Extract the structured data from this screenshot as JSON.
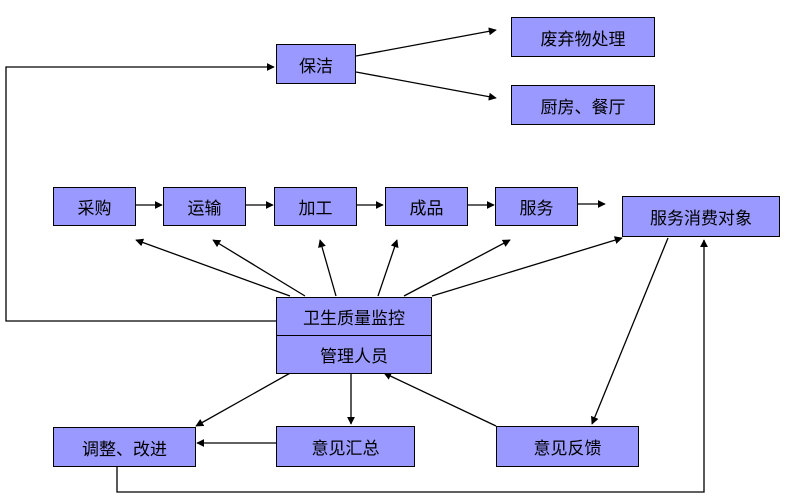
{
  "colors": {
    "box_fill": "#9999ff",
    "box_border": "#000000",
    "line": "#000000"
  },
  "nodes": {
    "baojie": "保洁",
    "feiqiwu": "废弃物处理",
    "chufang": "厨房、餐厅",
    "caigou": "采购",
    "yunshu": "运输",
    "jiagong": "加工",
    "chengpin": "成品",
    "fuwu": "服务",
    "duixiang": "服务消费对象",
    "jiankong": "卫生质量监控",
    "guanli": "管理人员",
    "tiaozheng": "调整、改进",
    "huizong": "意见汇总",
    "fankui": "意见反馈"
  }
}
